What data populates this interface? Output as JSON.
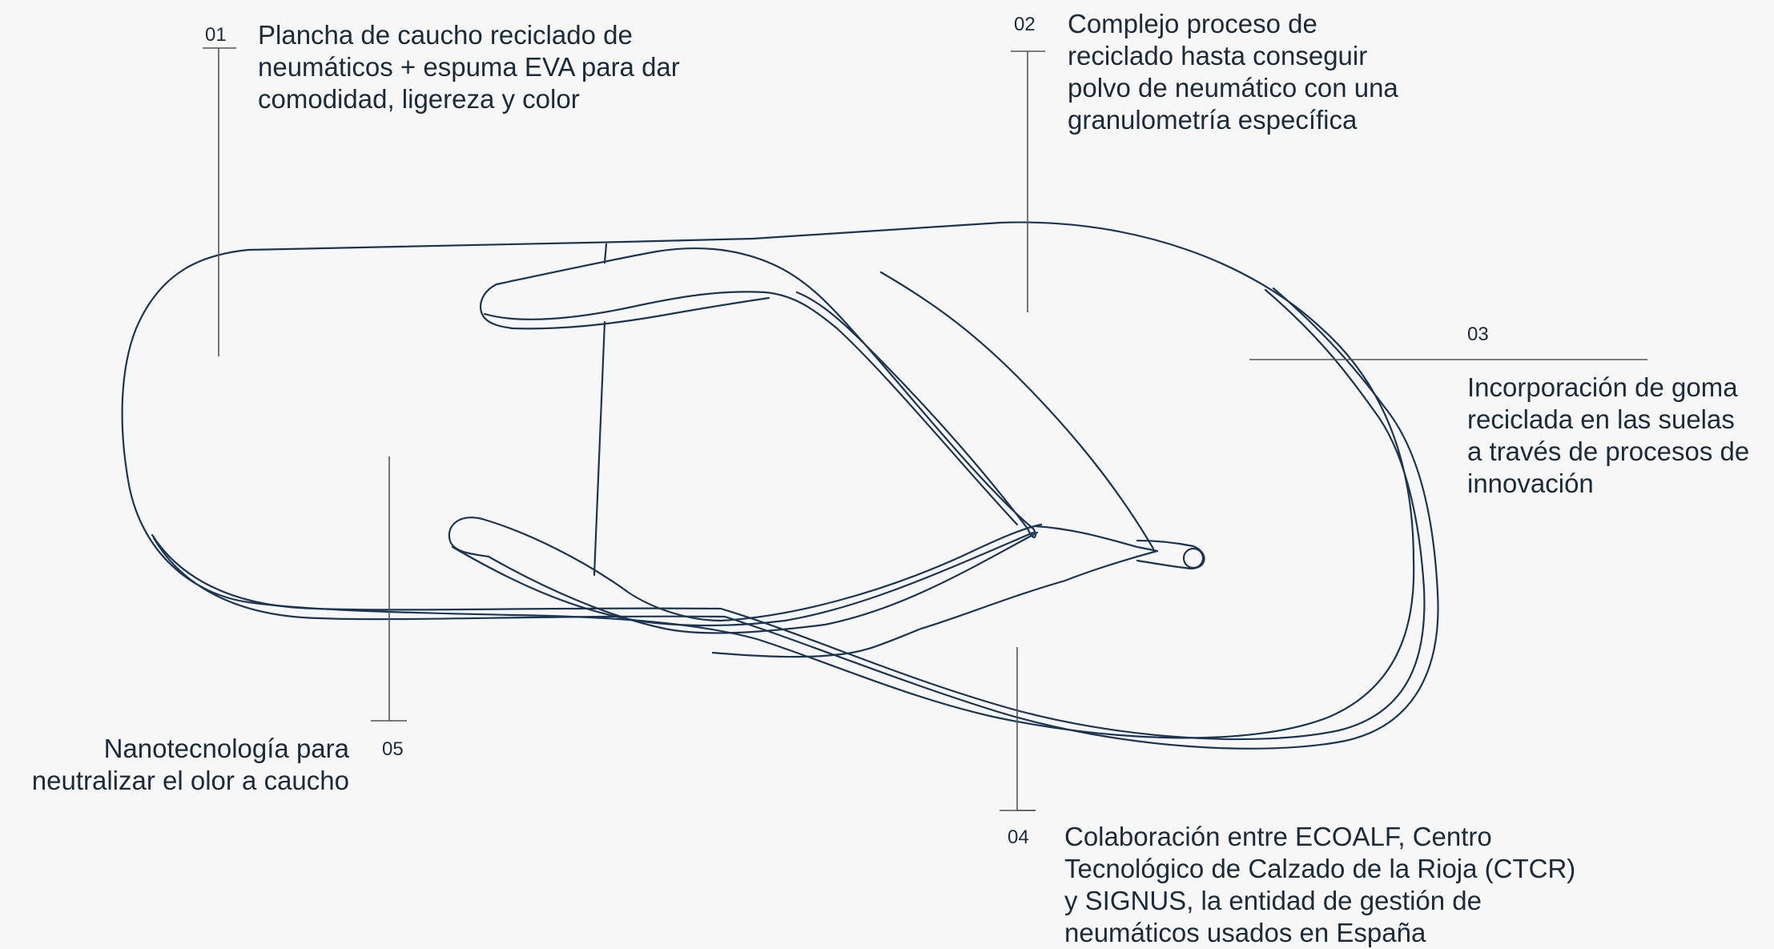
{
  "annotations": [
    {
      "id": "01",
      "number": "01",
      "text": "Plancha de caucho reciclado de\nneumáticos + espuma EVA para dar\ncomodidad, ligereza y color"
    },
    {
      "id": "02",
      "number": "02",
      "text": "Complejo proceso de\nreciclado hasta conseguir\npolvo de neumático con una\ngranulometría específica"
    },
    {
      "id": "03",
      "number": "03",
      "text": "Incorporación de goma\nreciclada en las suelas\na través de procesos de\ninnovación"
    },
    {
      "id": "04",
      "number": "04",
      "text": "Colaboración entre ECOALF, Centro\nTecnológico de Calzado de la Rioja (CTCR)\ny SIGNUS, la entidad de gestión de\nneumáticos usados en España"
    },
    {
      "id": "05",
      "number": "05",
      "text": "Nanotecnología para\nneutralizar el olor a caucho"
    }
  ],
  "colors": {
    "outline": "#1b3552",
    "leader": "#555555",
    "text": "#1c2b3a",
    "background": "#f7f7f7"
  }
}
